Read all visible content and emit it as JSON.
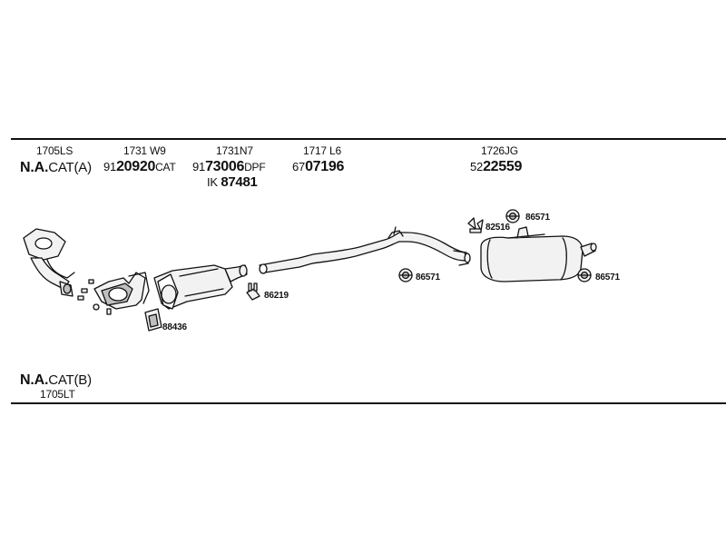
{
  "columns": [
    {
      "code": "1705LS",
      "na_prefix": "N.A.",
      "na_suffix": "CAT(A)"
    },
    {
      "code": "1731 W9",
      "prefix": "91",
      "number": "20920",
      "suffix": "CAT"
    },
    {
      "code": "1731N7",
      "prefix": "91",
      "number": "73006",
      "suffix": "DPF",
      "extra_prefix": "IK",
      "extra_number": "87481"
    },
    {
      "code": "1717 L6",
      "prefix": "67",
      "number": "07196",
      "suffix": ""
    },
    {
      "code": "1726JG",
      "prefix": "52",
      "number": "22559",
      "suffix": ""
    }
  ],
  "bottom_variant": {
    "na_prefix": "N.A.",
    "na_suffix": "CAT(B)",
    "code": "1705LT"
  },
  "callouts": {
    "gasket": "88436",
    "clamp_front": "86219",
    "mount_pipe": "86571",
    "bracket_rear": "82516",
    "mount_top": "86571",
    "mount_rear": "86571"
  },
  "colors": {
    "ink": "#111111",
    "fill": "#f2f2f2",
    "shade": "#bfbfbf"
  }
}
